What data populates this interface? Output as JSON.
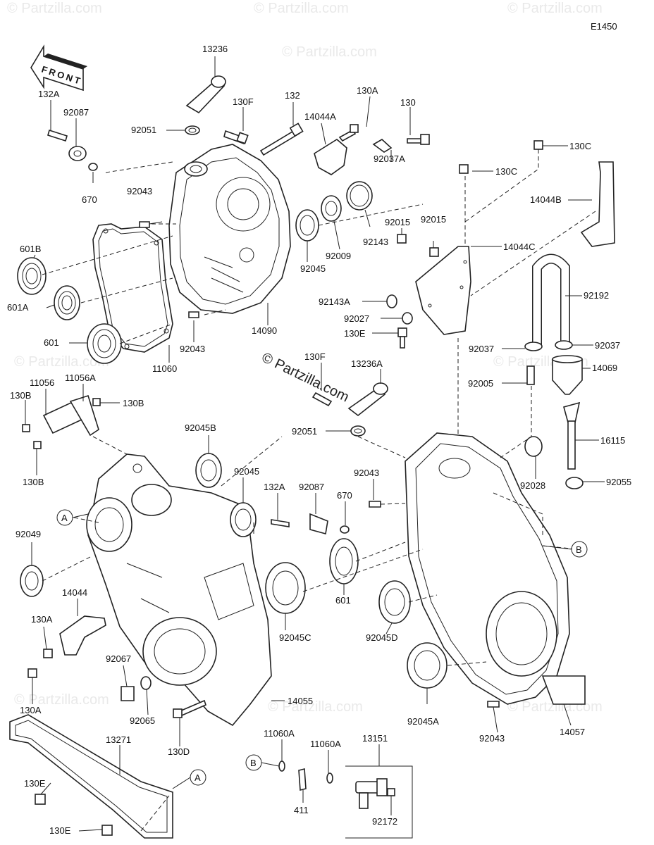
{
  "diagram": {
    "code": "E1450",
    "watermark": "© Partzilla.com",
    "front_label": "FRONT",
    "callouts": {
      "A": "A",
      "B": "B"
    },
    "parts": {
      "p13236": "13236",
      "p132A_top": "132A",
      "p92087_top": "92087",
      "p670_top": "670",
      "p130F_top": "130F",
      "p132": "132",
      "p92051_top": "92051",
      "p14044A": "14044A",
      "p130A_top": "130A",
      "p130": "130",
      "p92037A": "92037A",
      "p130C_a": "130C",
      "p130C_b": "130C",
      "p14044B": "14044B",
      "p92043_top": "92043",
      "p601B": "601B",
      "p601A": "601A",
      "p601_top": "601",
      "p11060": "11060",
      "p92043_mid": "92043",
      "p14090": "14090",
      "p92045_top": "92045",
      "p92009": "92009",
      "p92143": "92143",
      "p92015_a": "92015",
      "p92015_b": "92015",
      "p14044C": "14044C",
      "p92143A": "92143A",
      "p92027": "92027",
      "p130E_mid": "130E",
      "p92192": "92192",
      "p92037_l": "92037",
      "p92037_r": "92037",
      "p14069": "14069",
      "p92005": "92005",
      "p16115": "16115",
      "p92028": "92028",
      "p92055": "92055",
      "p130F_mid": "130F",
      "p13236A": "13236A",
      "p92051_mid": "92051",
      "p92043_c": "92043",
      "p11056": "11056",
      "p11056A": "11056A",
      "p130B_a": "130B",
      "p130B_b": "130B",
      "p130B_c": "130B",
      "p92045B": "92045B",
      "p92045_mid": "92045",
      "p132A_mid": "132A",
      "p92087_mid": "92087",
      "p670_mid": "670",
      "p92049": "92049",
      "p601_mid": "601",
      "p14044": "14044",
      "p130A_a": "130A",
      "p130A_b": "130A",
      "p92045C": "92045C",
      "p92045D": "92045D",
      "p92067": "92067",
      "p92065": "92065",
      "p14055": "14055",
      "p130D": "130D",
      "p92045A": "92045A",
      "p92043_bot": "92043",
      "p14057": "14057",
      "p13271": "13271",
      "p130E_a": "130E",
      "p130E_b": "130E",
      "p11060A_a": "11060A",
      "p11060A_b": "11060A",
      "p13151": "13151",
      "p411": "411",
      "p92172": "92172"
    }
  }
}
